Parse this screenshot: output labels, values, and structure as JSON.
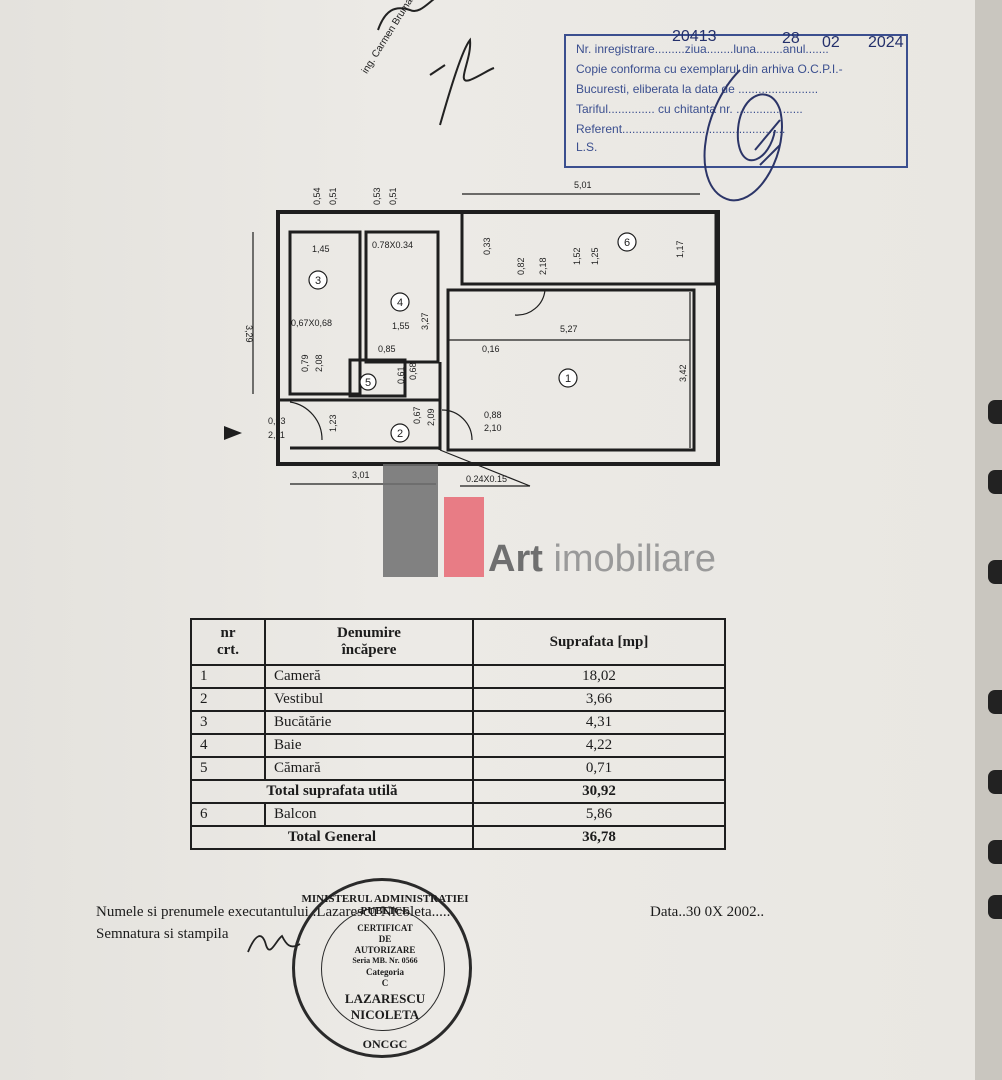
{
  "stamp": {
    "lines": [
      "Nr. inregistrare.........ziua........luna........anul.......",
      "Copie conforma cu exemplarul din arhiva O.C.P.I.-",
      "Bucuresti, eliberata la data de ........................",
      "Tariful.............. cu chitanta nr. ....................",
      "Referent.................................................",
      "L.S."
    ],
    "handwritten": {
      "number": "20413",
      "day": "28",
      "month": "02",
      "year": "2024"
    }
  },
  "top_note": {
    "engineer": "ing. Carmen Brumaru"
  },
  "plan": {
    "dimensions": [
      "5,01",
      "1,45",
      "0.78X0.34",
      "0,33",
      "0,82",
      "2,18",
      "1,52",
      "1,25",
      "1,17",
      "3,29",
      "0,67X0,68",
      "1,55",
      "3,27",
      "5,27",
      "0,85",
      "0,16",
      "0,68",
      "0,79",
      "2,08",
      "0,61",
      "3,42",
      "0,93",
      "2,11",
      "1,23",
      "0,67",
      "2,09",
      "0,88",
      "2,10",
      "3,01",
      "0.24X0.15",
      "0,54",
      "0,51",
      "0,53"
    ],
    "room_numbers": [
      "1",
      "2",
      "3",
      "4",
      "5",
      "6"
    ]
  },
  "logo": {
    "bold": "Art",
    "text": " imobiliare",
    "colors": {
      "dark": "#6f6f6f",
      "accent": "#e8707a"
    }
  },
  "table": {
    "headers": {
      "nr": "nr\ncrt.",
      "name": "Denumire\nîncăpere",
      "area": "Suprafata [mp]"
    },
    "rows": [
      {
        "nr": "1",
        "name": "Cameră",
        "area": "18,02"
      },
      {
        "nr": "2",
        "name": "Vestibul",
        "area": "3,66"
      },
      {
        "nr": "3",
        "name": "Bucătărie",
        "area": "4,31"
      },
      {
        "nr": "4",
        "name": "Baie",
        "area": "4,22"
      },
      {
        "nr": "5",
        "name": "Cămară",
        "area": "0,71"
      }
    ],
    "subtotal": {
      "label": "Total suprafata utilă",
      "area": "30,92"
    },
    "extra": {
      "nr": "6",
      "name": "Balcon",
      "area": "5,86"
    },
    "total": {
      "label": "Total General",
      "area": "36,78"
    }
  },
  "footer": {
    "executor": "Numele si prenumele executantului..Lazarescu Nicoleta......",
    "date": "Data..30 0X 2002..",
    "signature": "Semnatura si stampila"
  },
  "seal": {
    "ring": "MINISTERUL ADMINISTRATIEI PUBLICE",
    "bottom": "ONCGC",
    "center": [
      "CERTIFICAT",
      "DE",
      "AUTORIZARE",
      "Seria MB. Nr. 0566",
      "Categoria",
      "C"
    ],
    "name": [
      "LAZARESCU",
      "NICOLETA"
    ]
  }
}
